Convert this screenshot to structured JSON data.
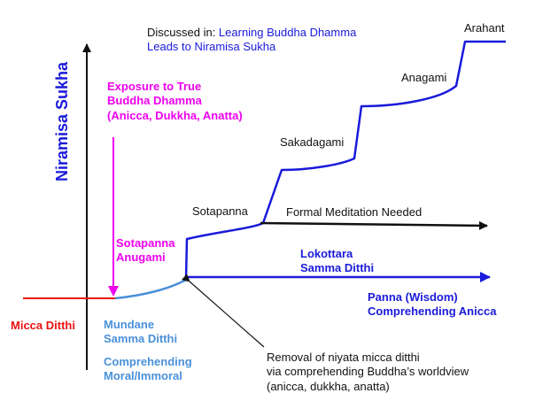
{
  "header": {
    "prefix": "Discussed in: ",
    "link_line1": "Learning Buddha Dhamma",
    "link_line2": "Leads to Niramisa Sukha"
  },
  "y_axis_label": "Niramisa Sukha",
  "exposure": {
    "line1": "Exposure to True",
    "line2": "Buddha Dhamma",
    "line3": "(Anicca, Dukkha, Anatta)"
  },
  "sotapanna_anugami": {
    "line1": "Sotapanna",
    "line2": "Anugami"
  },
  "micca_ditthi": "Micca Ditthi",
  "mundane": {
    "line1": "Mundane",
    "line2": "Samma  Ditthi",
    "line3": "Comprehending",
    "line4": "Moral/Immoral"
  },
  "stages": {
    "sotapanna": "Sotapanna",
    "sakadagami": "Sakadagami",
    "anagami": "Anagami",
    "arahant": "Arahant"
  },
  "formal_meditation": "Formal Meditation Needed",
  "lokottara": {
    "line1": "Lokottara",
    "line2": "Samma  Ditthi"
  },
  "panna": {
    "line1": "Panna (Wisdom)",
    "line2": "Comprehending Anicca"
  },
  "removal": {
    "line1": "Removal of niyata micca ditthi",
    "line2": "via comprehending Buddha’s worldview",
    "line3": "(anicca, dukkha, anatta)"
  },
  "colors": {
    "blue": "#1a1adb",
    "light_blue": "#4a90d9",
    "magenta": "#ee00ee",
    "red": "#ee1111",
    "black": "#111111"
  }
}
